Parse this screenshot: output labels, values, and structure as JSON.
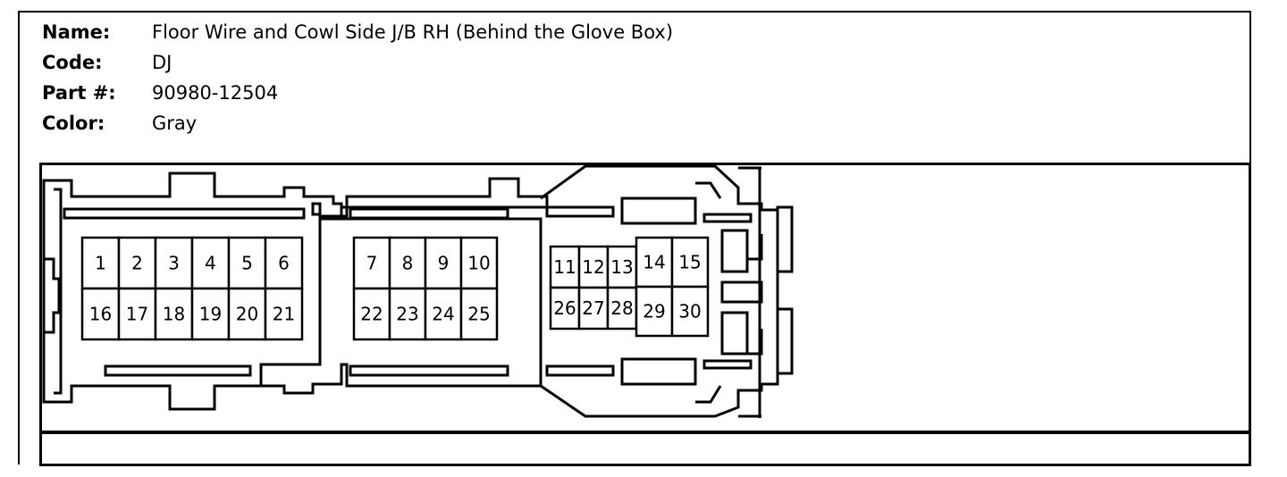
{
  "info": {
    "name_label": "Name:",
    "name_value": "Floor Wire and Cowl Side J/B RH (Behind the Glove Box)",
    "code_label": "Code:",
    "code_value": "DJ",
    "part_label": "Part #:",
    "part_value": "90980-12504",
    "color_label": "Color:",
    "color_value": "Gray"
  },
  "pins": [
    "1",
    "2",
    "3",
    "4",
    "5",
    "6",
    "7",
    "8",
    "9",
    "10",
    "11",
    "12",
    "13",
    "14",
    "15",
    "16",
    "17",
    "18",
    "19",
    "20",
    "21",
    "22",
    "23",
    "24",
    "25",
    "26",
    "27",
    "28",
    "29",
    "30"
  ]
}
